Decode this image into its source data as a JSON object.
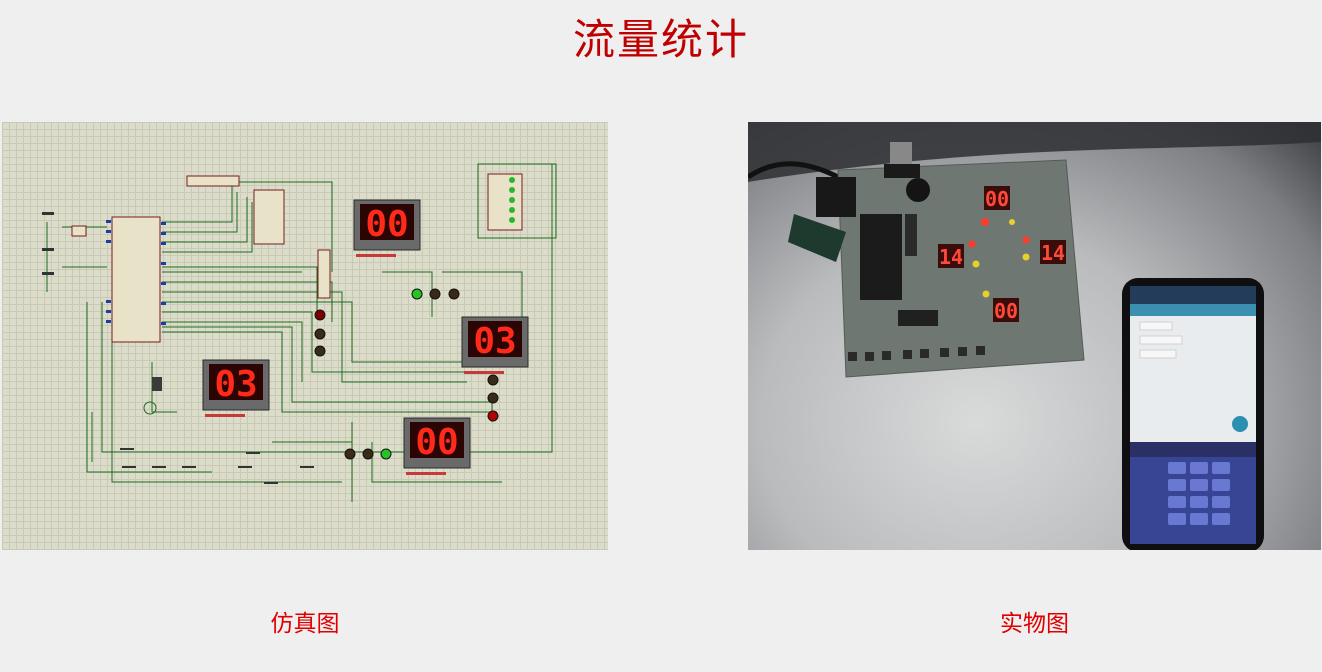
{
  "page": {
    "title": "流量统计"
  },
  "simulation": {
    "caption": "仿真图",
    "displays": [
      {
        "id": "top",
        "value": "00"
      },
      {
        "id": "right",
        "value": "03"
      },
      {
        "id": "left",
        "value": "03"
      },
      {
        "id": "bottom",
        "value": "00"
      }
    ]
  },
  "photo": {
    "caption": "实物图",
    "displays": [
      "00",
      "14",
      "14",
      "00"
    ]
  },
  "colors": {
    "title": "#c00000",
    "caption": "#e00000",
    "segment_on": "#ff2a1a",
    "segment_bg": "#5a0b08"
  }
}
